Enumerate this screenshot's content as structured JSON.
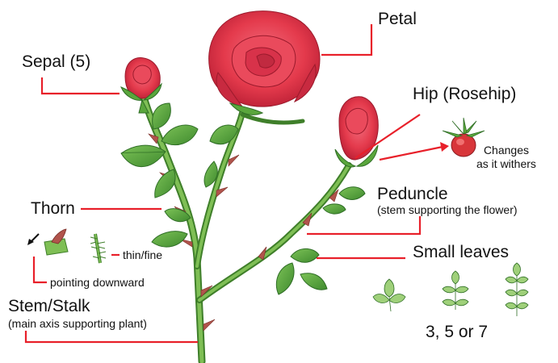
{
  "labels": {
    "petal": "Petal",
    "sepal": "Sepal (5)",
    "hip": "Hip (Rosehip)",
    "hip_note": "Changes\nas it withers",
    "peduncle": "Peduncle",
    "peduncle_note": "(stem supporting the flower)",
    "thorn": "Thorn",
    "thorn_direction": "pointing downward",
    "thorn_type": "thin/fine",
    "small_leaves": "Small leaves",
    "leaflet_counts": "3, 5 or 7",
    "stem": "Stem/Stalk",
    "stem_note": "(main axis supporting plant)"
  },
  "colors": {
    "leader_line": "#e8202a",
    "petal": "#e43a4c",
    "petal_dark": "#b81e34",
    "leaf": "#5aa63c",
    "leaf_dark": "#2f6e26",
    "stem": "#6fae43",
    "thorn": "#b1544c",
    "text": "#111111"
  },
  "icons": [
    "rose-flower-icon",
    "rose-bud-icon",
    "rosehip-icon",
    "thorn-icon",
    "leaf-icon"
  ]
}
